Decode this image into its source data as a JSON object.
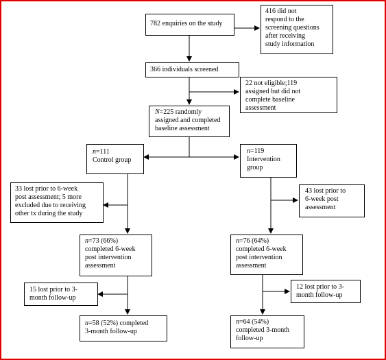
{
  "border_color": "#e00000",
  "boxes": {
    "enquiries": {
      "lines": [
        "782 enquiries on the study"
      ]
    },
    "no_response": {
      "lines": [
        "416 did not",
        "respond to the",
        "screening questions",
        "after receiving",
        "study information"
      ]
    },
    "screened": {
      "lines": [
        "366 individuals screened"
      ]
    },
    "not_eligible": {
      "lines": [
        "22 not eligible;119",
        "assigned but did not",
        "complete baseline",
        "assessment"
      ]
    },
    "randomized": {
      "n_label": "N",
      "first_line_rest": "=225 randomly",
      "lines": [
        "assigned and completed",
        "baseline assessment"
      ]
    },
    "control": {
      "n_label": "n",
      "first_line_rest": "=111",
      "lines": [
        "Control group"
      ]
    },
    "intervention": {
      "n_label": "n",
      "first_line_rest": "=119",
      "lines": [
        "Intervention",
        "group"
      ]
    },
    "control_lost": {
      "lines": [
        "33 lost prior to 6-week",
        "post assessment; 5 more",
        "excluded due to receiving",
        "other tx during the study"
      ]
    },
    "intervention_lost": {
      "lines": [
        "43 lost prior to",
        "6-week post",
        "assessment"
      ]
    },
    "control_6wk": {
      "n_label": "n",
      "first_line_rest": "=73 (66%)",
      "lines": [
        "completed 6-week",
        "post intervention",
        "assessment"
      ]
    },
    "intervention_6wk": {
      "n_label": "n",
      "first_line_rest": "=76 (64%)",
      "lines": [
        "completed 6-week",
        "post intervention",
        "assessment"
      ]
    },
    "control_lost_3m": {
      "lines": [
        "15 lost prior to 3-",
        "month follow-up"
      ]
    },
    "intervention_lost_3m": {
      "lines": [
        "12 lost prior to 3-",
        "month follow-up"
      ]
    },
    "control_3m": {
      "n_label": "n",
      "first_line_rest": "=58 (52%) completed",
      "lines": [
        "3-month follow-up"
      ]
    },
    "intervention_3m": {
      "n_label": "n",
      "first_line_rest": "=64 (54%)",
      "lines": [
        "completed 3-month",
        "follow-up"
      ]
    }
  }
}
